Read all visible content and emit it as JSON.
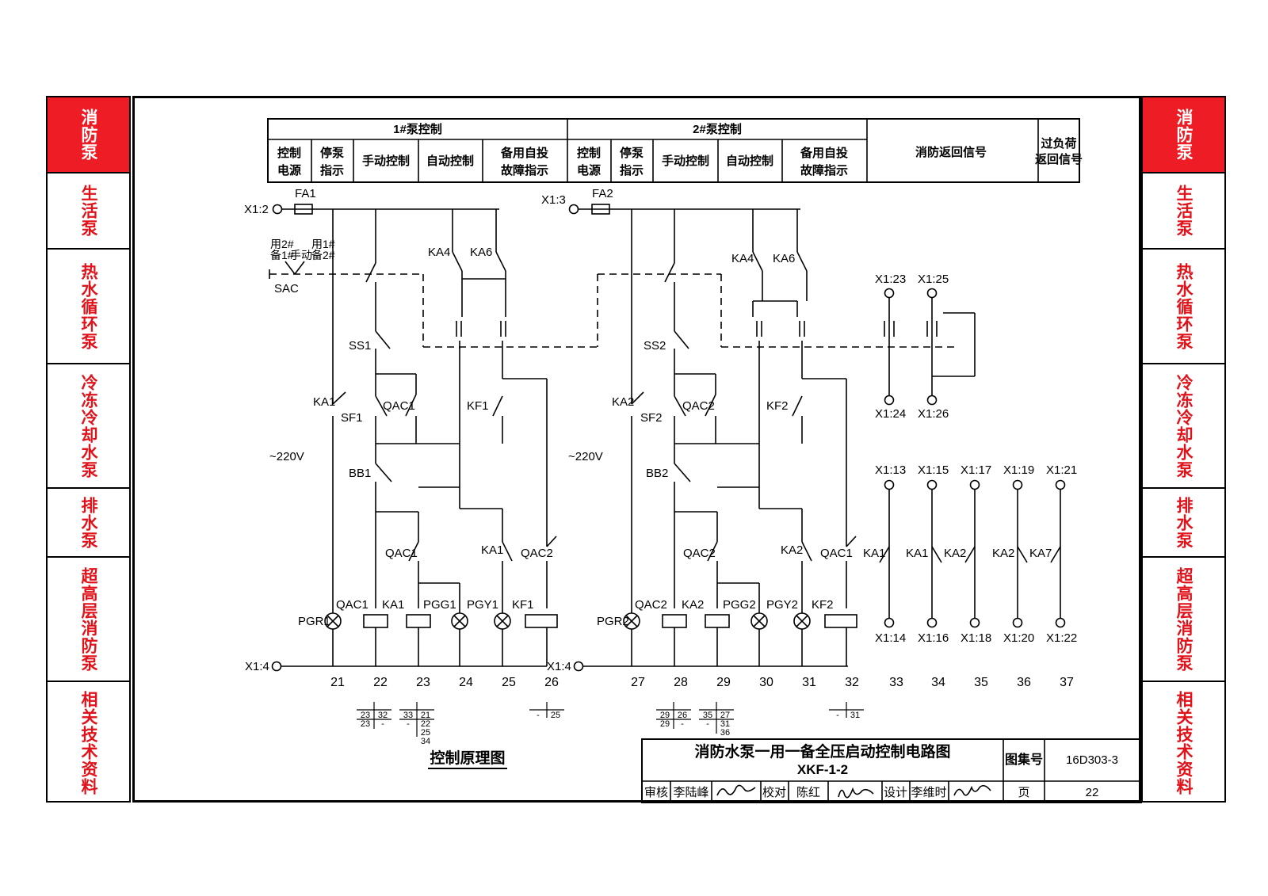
{
  "left_tabs": [
    {
      "label": "消防泵",
      "active": true
    },
    {
      "label": "生活泵",
      "active": false
    },
    {
      "label": "热水循环泵",
      "active": false
    },
    {
      "label": "冷冻冷却水泵",
      "active": false
    },
    {
      "label": "排水泵",
      "active": false
    },
    {
      "label": "超高层消防泵",
      "active": false
    },
    {
      "label": "相关技术资料",
      "active": false
    }
  ],
  "right_tabs": [
    {
      "label": "消防泵",
      "active": true
    },
    {
      "label": "生活泵",
      "active": false
    },
    {
      "label": "热水循环泵",
      "active": false
    },
    {
      "label": "冷冻冷却水泵",
      "active": false
    },
    {
      "label": "排水泵",
      "active": false
    },
    {
      "label": "超高层消防泵",
      "active": false
    },
    {
      "label": "相关技术资料",
      "active": false
    }
  ],
  "header_table": {
    "group1": "1#泵控制",
    "group2": "2#泵控制",
    "sub": [
      "控制电源",
      "停泵指示",
      "手动控制",
      "自动控制",
      "备用自投故障指示"
    ],
    "sub_display": [
      [
        "控制",
        "电源"
      ],
      [
        "停泵",
        "指示"
      ],
      [
        "手动控制"
      ],
      [
        "自动控制"
      ],
      [
        "备用自投",
        "故障指示"
      ]
    ],
    "fire_return": "消防返回信号",
    "overload": [
      "过负荷",
      "返回信号"
    ]
  },
  "terminals": {
    "x1_2": "X1:2",
    "x1_3": "X1:3",
    "x1_4a": "X1:4",
    "x1_4b": "X1:4",
    "x1_23": "X1:23",
    "x1_25": "X1:25",
    "x1_24": "X1:24",
    "x1_26": "X1:26",
    "x1_13": "X1:13",
    "x1_15": "X1:15",
    "x1_17": "X1:17",
    "x1_19": "X1:19",
    "x1_21": "X1:21",
    "x1_14": "X1:14",
    "x1_16": "X1:16",
    "x1_18": "X1:18",
    "x1_20": "X1:20",
    "x1_22": "X1:22"
  },
  "components": {
    "fa1": "FA1",
    "fa2": "FA2",
    "sac": "SAC",
    "sac_marks": [
      "用2#",
      "备1#",
      "手动",
      "用1#",
      "备2#"
    ],
    "ka4a": "KA4",
    "ka6a": "KA6",
    "ka4b": "KA4",
    "ka6b": "KA6",
    "ss1": "SS1",
    "ss2": "SS2",
    "sf1": "SF1",
    "sf2": "SF2",
    "ka1": "KA1",
    "ka2": "KA2",
    "qac1": "QAC1",
    "qac2": "QAC2",
    "kf1": "KF1",
    "kf2": "KF2",
    "bb1": "BB1",
    "bb2": "BB2",
    "v1": "~220V",
    "v2": "~220V",
    "pgr1": "PGR1",
    "pgr2": "PGR2",
    "pgg1": "PGG1",
    "pgg2": "PGG2",
    "pgy1": "PGY1",
    "pgy2": "PGY2"
  },
  "wire_numbers": [
    "21",
    "22",
    "23",
    "24",
    "25",
    "26",
    "27",
    "28",
    "29",
    "30",
    "31",
    "32",
    "33",
    "34",
    "35",
    "36",
    "37"
  ],
  "xref_tables": {
    "t22": [
      [
        "23",
        "32"
      ],
      [
        "23",
        "-"
      ]
    ],
    "t23": [
      [
        "33",
        "21"
      ],
      [
        "-",
        "22"
      ],
      [
        "",
        "25"
      ],
      [
        "",
        "34"
      ]
    ],
    "t26": [
      [
        "-",
        "25"
      ]
    ],
    "t28": [
      [
        "29",
        "26"
      ],
      [
        "29",
        "-"
      ]
    ],
    "t29": [
      [
        "35",
        "27"
      ],
      [
        "-",
        "31"
      ],
      [
        "",
        "36"
      ]
    ],
    "t32": [
      [
        "-",
        "31"
      ]
    ]
  },
  "caption": "控制原理图",
  "title_block": {
    "title_line1": "消防水泵一用一备全压启动控制电路图",
    "title_line2": "XKF-1-2",
    "atlas_label": "图集号",
    "atlas_no": "16D303-3",
    "review_label": "审核",
    "reviewer": "李陆峰",
    "check_label": "校对",
    "checker": "陈红",
    "design_label": "设计",
    "designer": "李维时",
    "page_label": "页",
    "page_no": "22"
  }
}
